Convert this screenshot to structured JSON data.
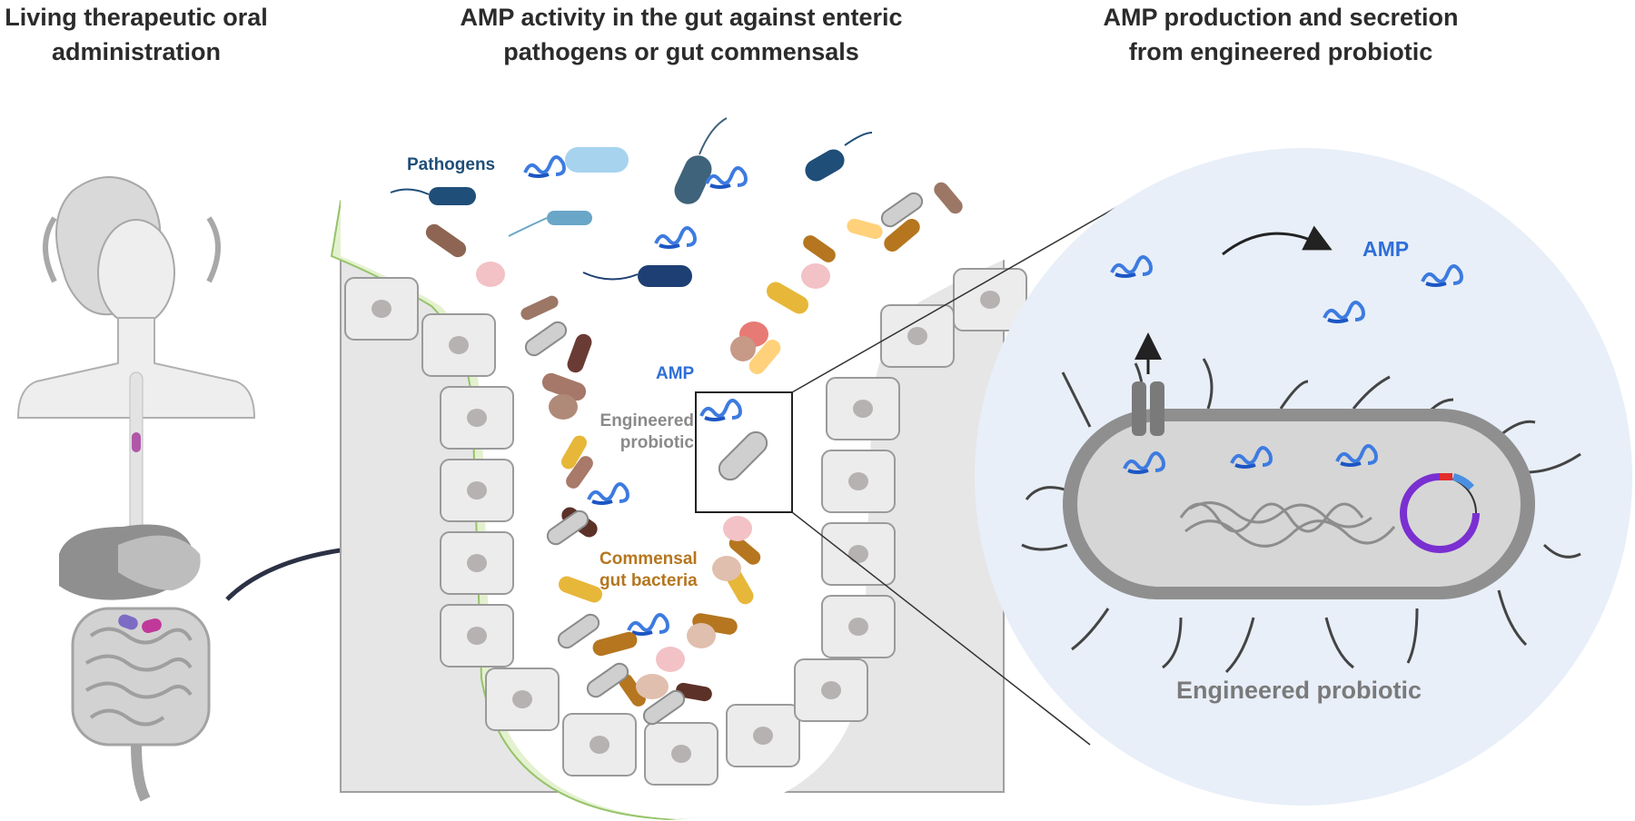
{
  "panels": [
    {
      "title_lines": [
        "Living therapeutic oral",
        "administration"
      ]
    },
    {
      "title_lines": [
        "AMP activity in the gut against enteric",
        "pathogens or gut commensals"
      ]
    },
    {
      "title_lines": [
        "AMP production and secretion",
        "from engineered probiotic"
      ]
    }
  ],
  "labels": {
    "pathogens": "Pathogens",
    "amp_gut": "AMP",
    "engineered_probiotic_gut_lines": [
      "Engineered",
      "probiotic"
    ],
    "commensal_lines": [
      "Commensal",
      "gut bacteria"
    ],
    "amp_zoom": "AMP",
    "engineered_probiotic_zoom": "Engineered probiotic"
  },
  "colors": {
    "pathogen": "#1f4e79",
    "amp": "#2f6fd8",
    "commensal": "#b5761f",
    "probiotic": "#8a8a8a",
    "mucus": "#e4f1cf",
    "zoom_bg": "#e8eff8"
  },
  "icons": [
    "human-figure-icon",
    "digestive-tract-icon",
    "capsule-icon",
    "amp-peptide-icon",
    "plasmid-icon",
    "membrane-transporter-icon"
  ]
}
